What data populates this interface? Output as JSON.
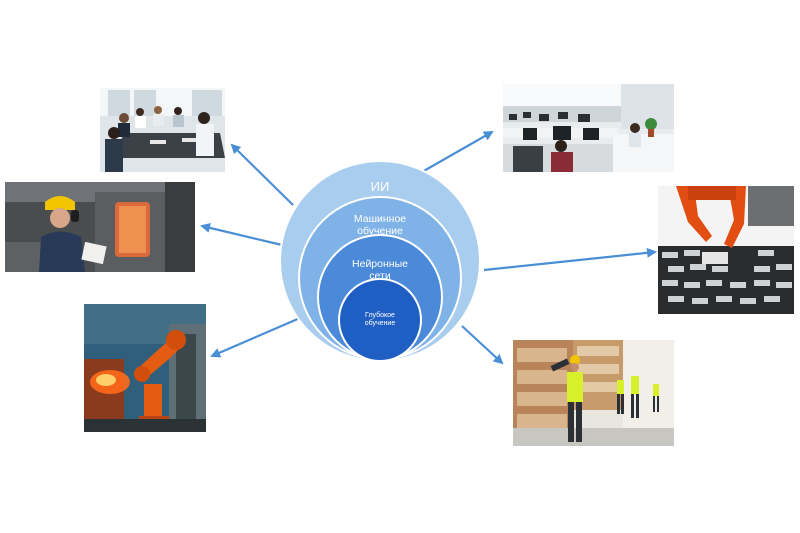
{
  "nested_circles": {
    "outer_label": "ИИ",
    "ml_label": "Машинное\nобучение",
    "nn_label": "Нейронные\nсети",
    "dl_label": "Глубокое\nобучение",
    "colors": {
      "outer": "#a9cdee",
      "ml": "#7fb2e6",
      "nn": "#4a8ad8",
      "dl": "#1f5fc3",
      "arrow": "#4a8fd6"
    }
  },
  "photos": [
    {
      "name": "meeting-photo",
      "subject": "office meeting"
    },
    {
      "name": "worker-photo",
      "subject": "factory worker with hard hat"
    },
    {
      "name": "robot-welding-photo",
      "subject": "industrial robot arm welding"
    },
    {
      "name": "open-office-photo",
      "subject": "open-plan office"
    },
    {
      "name": "robot-gripper-photo",
      "subject": "robotic gripper picking items"
    },
    {
      "name": "warehouse-photo",
      "subject": "warehouse workers"
    }
  ]
}
